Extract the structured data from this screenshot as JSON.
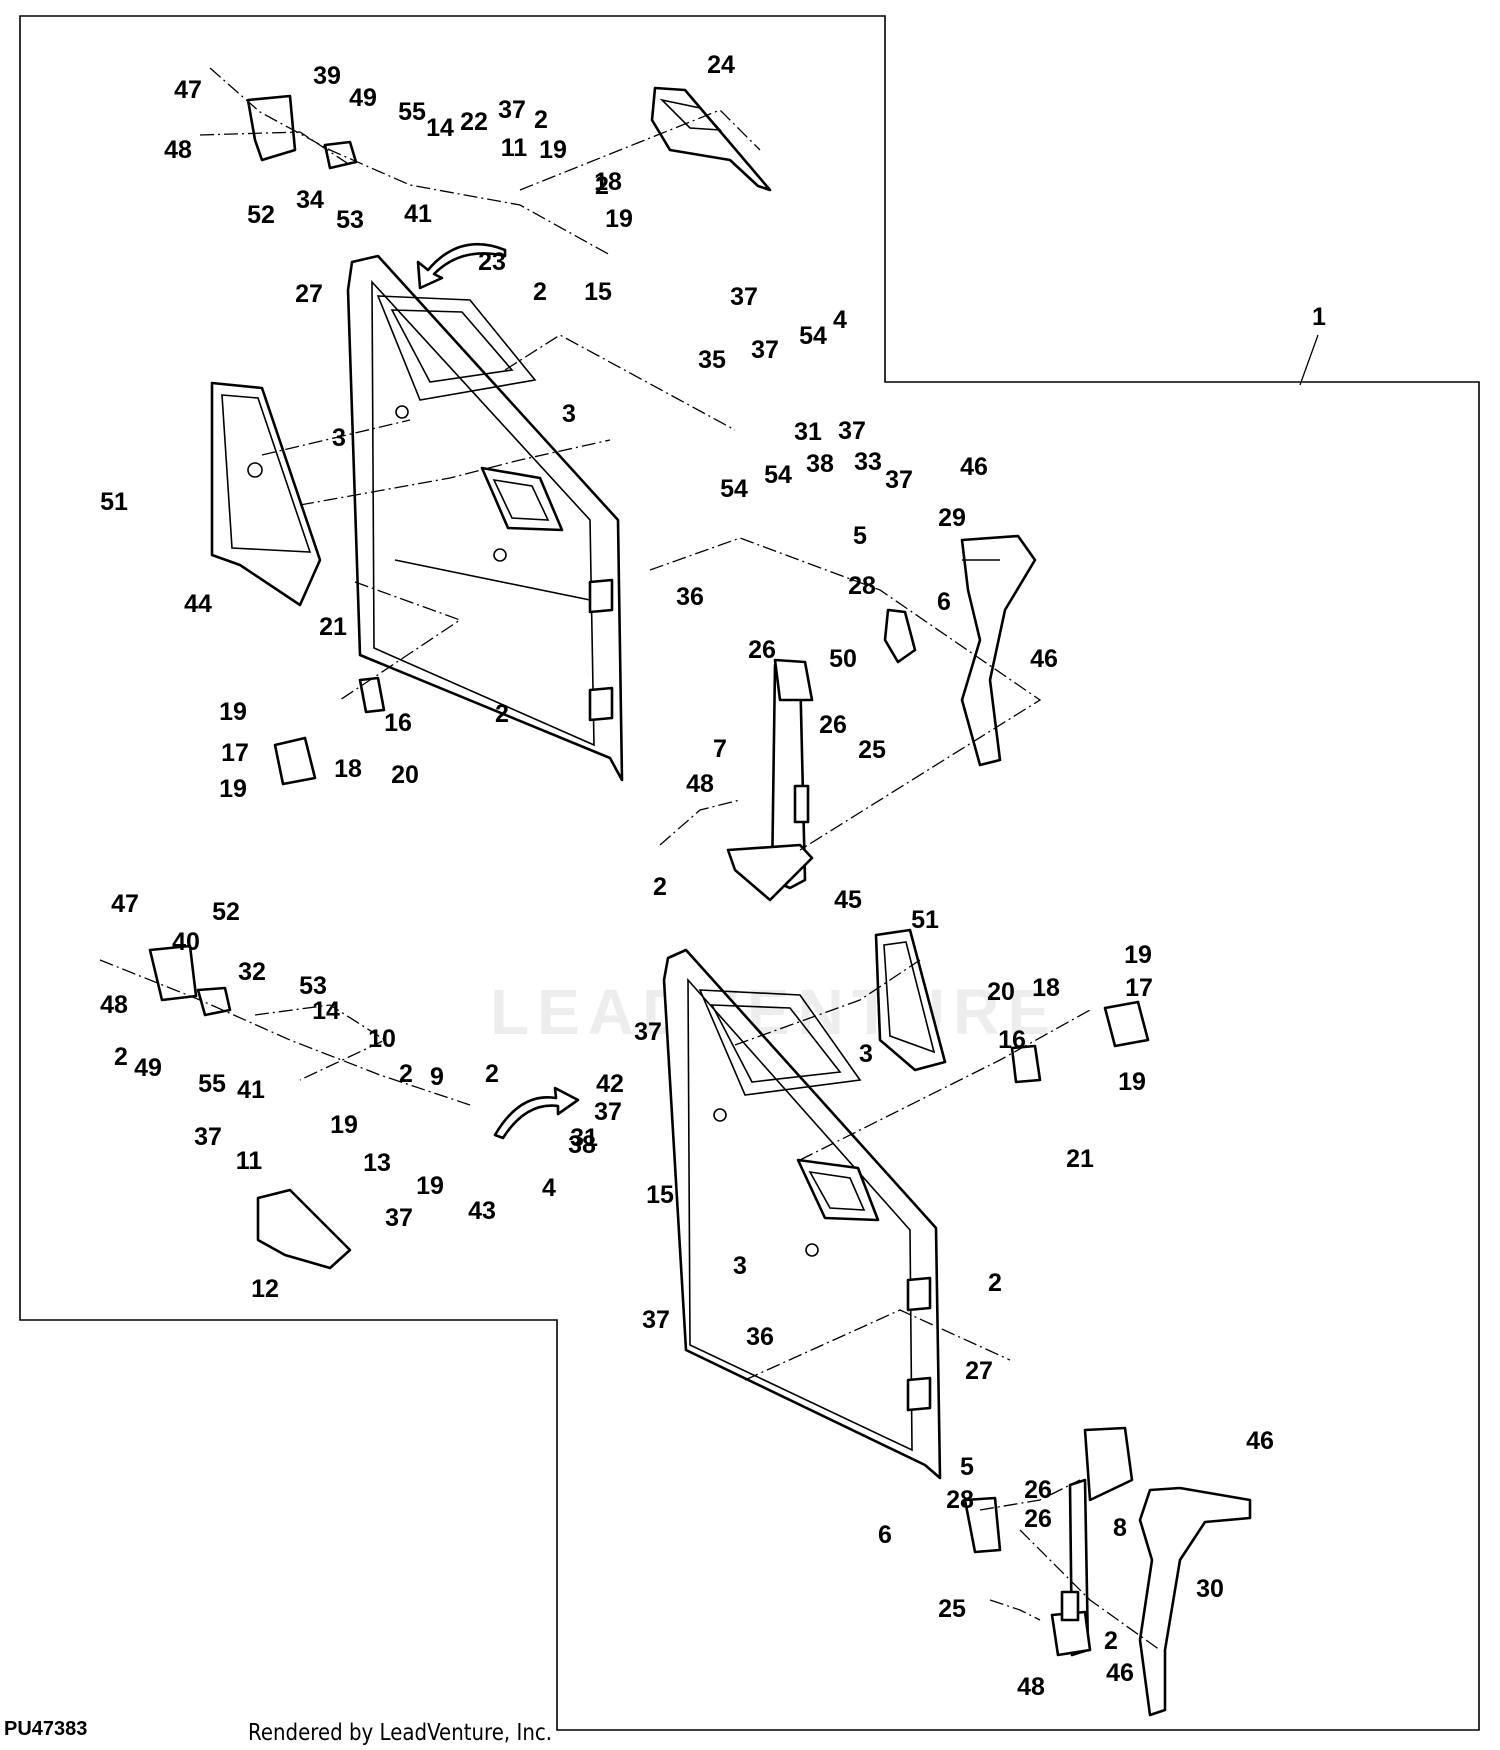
{
  "diagram": {
    "id_code": "PU47383",
    "credit": "Rendered by LeadVenture, Inc.",
    "watermark": "LEADVENTURE",
    "callouts": [
      {
        "text": "47"
      },
      {
        "text": "39"
      },
      {
        "text": "49"
      },
      {
        "text": "55"
      },
      {
        "text": "14"
      },
      {
        "text": "22"
      },
      {
        "text": "37"
      },
      {
        "text": "2"
      },
      {
        "text": "24"
      },
      {
        "text": "48"
      },
      {
        "text": "11"
      },
      {
        "text": "19"
      },
      {
        "text": "18"
      },
      {
        "text": "2"
      },
      {
        "text": "52"
      },
      {
        "text": "34"
      },
      {
        "text": "53"
      },
      {
        "text": "41"
      },
      {
        "text": "19"
      },
      {
        "text": "23"
      },
      {
        "text": "2"
      },
      {
        "text": "15"
      },
      {
        "text": "27"
      },
      {
        "text": "37"
      },
      {
        "text": "1"
      },
      {
        "text": "54"
      },
      {
        "text": "4"
      },
      {
        "text": "35"
      },
      {
        "text": "37"
      },
      {
        "text": "3"
      },
      {
        "text": "3"
      },
      {
        "text": "31"
      },
      {
        "text": "37"
      },
      {
        "text": "33"
      },
      {
        "text": "54"
      },
      {
        "text": "54"
      },
      {
        "text": "38"
      },
      {
        "text": "37"
      },
      {
        "text": "46"
      },
      {
        "text": "51"
      },
      {
        "text": "29"
      },
      {
        "text": "5"
      },
      {
        "text": "44"
      },
      {
        "text": "36"
      },
      {
        "text": "28"
      },
      {
        "text": "6"
      },
      {
        "text": "21"
      },
      {
        "text": "26"
      },
      {
        "text": "50"
      },
      {
        "text": "46"
      },
      {
        "text": "19"
      },
      {
        "text": "16"
      },
      {
        "text": "2"
      },
      {
        "text": "26"
      },
      {
        "text": "17"
      },
      {
        "text": "7"
      },
      {
        "text": "25"
      },
      {
        "text": "18"
      },
      {
        "text": "20"
      },
      {
        "text": "19"
      },
      {
        "text": "48"
      },
      {
        "text": "2"
      },
      {
        "text": "47"
      },
      {
        "text": "45"
      },
      {
        "text": "40"
      },
      {
        "text": "52"
      },
      {
        "text": "51"
      },
      {
        "text": "32"
      },
      {
        "text": "19"
      },
      {
        "text": "48"
      },
      {
        "text": "53"
      },
      {
        "text": "20"
      },
      {
        "text": "18"
      },
      {
        "text": "17"
      },
      {
        "text": "14"
      },
      {
        "text": "37"
      },
      {
        "text": "2"
      },
      {
        "text": "49"
      },
      {
        "text": "16"
      },
      {
        "text": "10"
      },
      {
        "text": "3"
      },
      {
        "text": "19"
      },
      {
        "text": "55"
      },
      {
        "text": "41"
      },
      {
        "text": "2"
      },
      {
        "text": "9"
      },
      {
        "text": "2"
      },
      {
        "text": "42"
      },
      {
        "text": "21"
      },
      {
        "text": "37"
      },
      {
        "text": "19"
      },
      {
        "text": "37"
      },
      {
        "text": "31"
      },
      {
        "text": "11"
      },
      {
        "text": "13"
      },
      {
        "text": "19"
      },
      {
        "text": "4"
      },
      {
        "text": "38"
      },
      {
        "text": "15"
      },
      {
        "text": "43"
      },
      {
        "text": "37"
      },
      {
        "text": "3"
      },
      {
        "text": "12"
      },
      {
        "text": "2"
      },
      {
        "text": "37"
      },
      {
        "text": "36"
      },
      {
        "text": "27"
      },
      {
        "text": "5"
      },
      {
        "text": "46"
      },
      {
        "text": "28"
      },
      {
        "text": "26"
      },
      {
        "text": "26"
      },
      {
        "text": "8"
      },
      {
        "text": "6"
      },
      {
        "text": "30"
      },
      {
        "text": "25"
      },
      {
        "text": "48"
      },
      {
        "text": "46"
      },
      {
        "text": "2"
      }
    ]
  }
}
